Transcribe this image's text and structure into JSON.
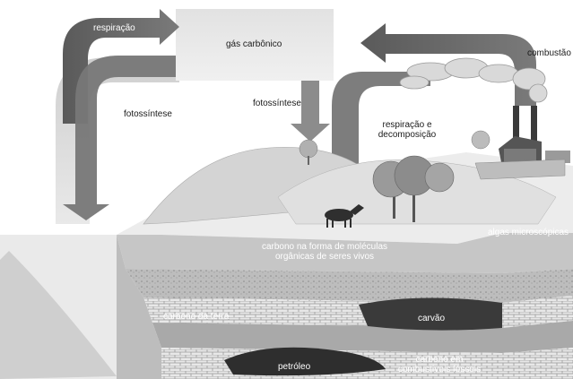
{
  "labels": {
    "respiracao_top": "respiração",
    "gas_carbonico": "gás carbônico",
    "combustao": "combustão",
    "fotossintese_left": "fotossíntese",
    "fotossintese_center": "fotossíntese",
    "respiracao_decomposicao_1": "respiração e",
    "respiracao_decomposicao_2": "decomposição",
    "algas_microscopicas": "algas microscópicas",
    "carbono_moleculas_1": "carbono na forma de moléculas",
    "carbono_moleculas_2": "orgânicas de seres vivos",
    "carbono_da_terra": "carbono da terra",
    "carvao": "carvão",
    "petroleo": "petróleo",
    "carbono_fosseis_1": "carbono em",
    "carbono_fosseis_2": "combustíveis fósseis"
  }
}
